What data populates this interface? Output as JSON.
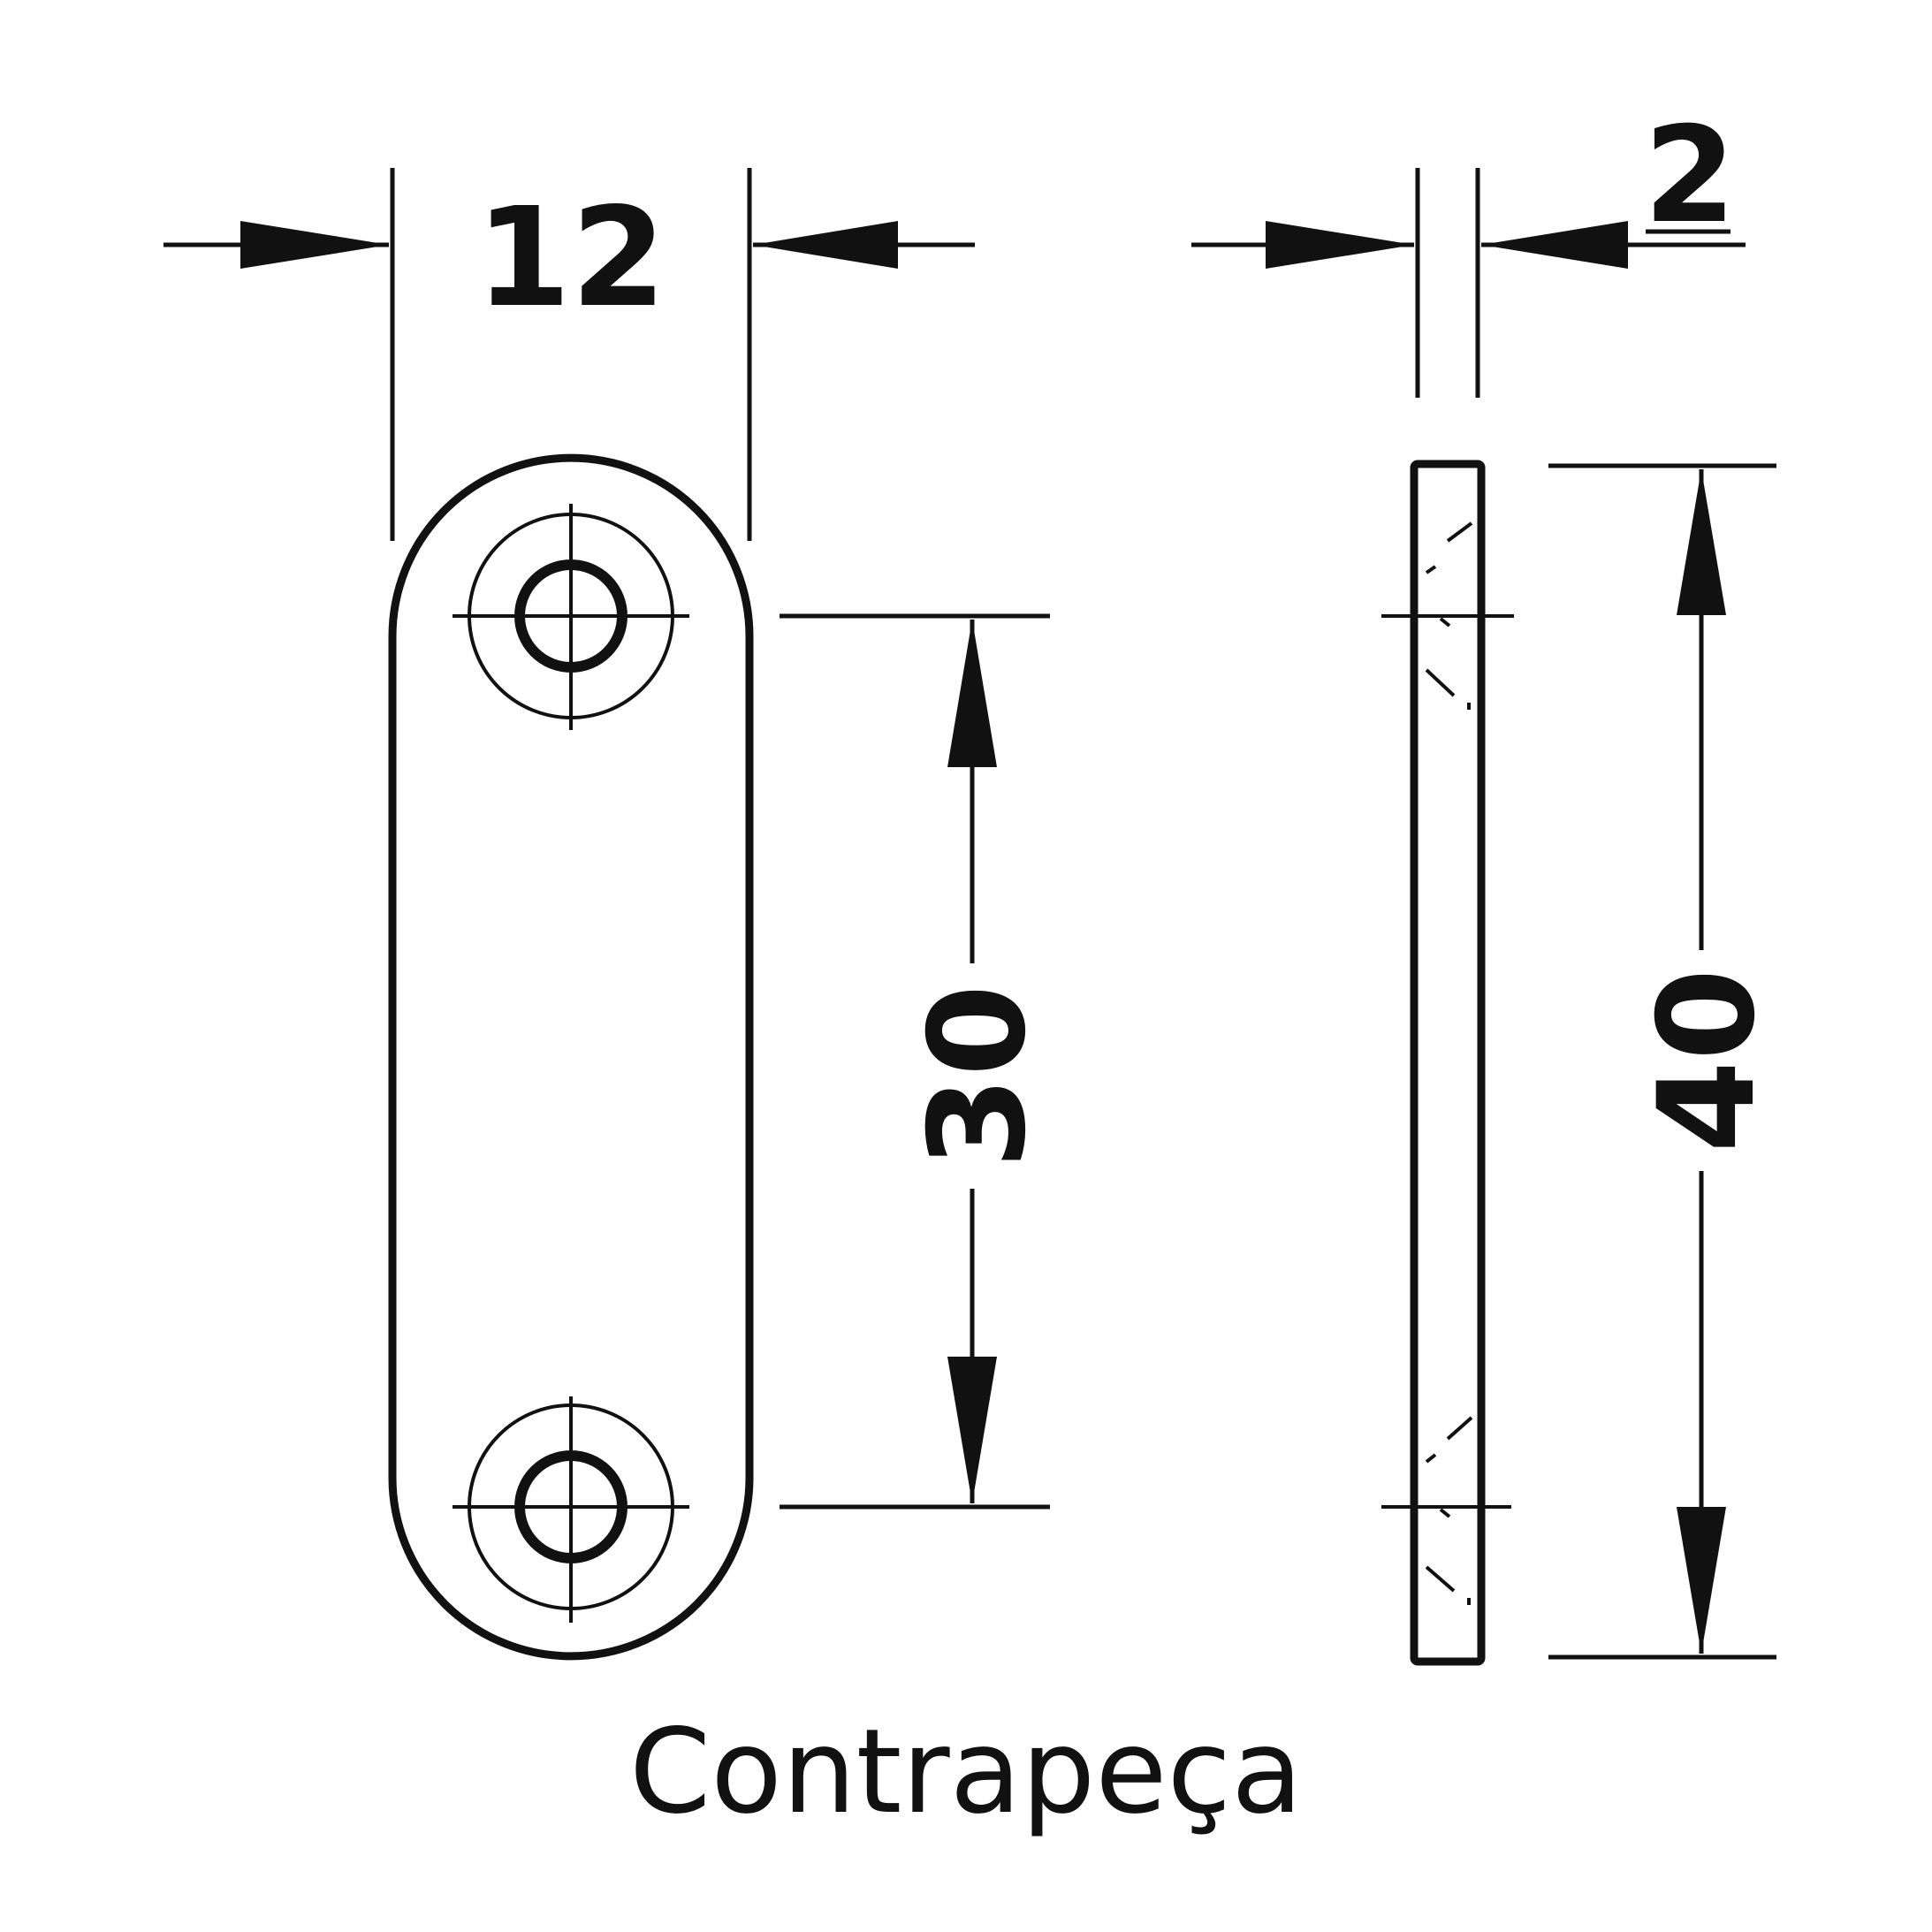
{
  "drawing": {
    "caption": "Contrapeça",
    "dimensions": {
      "width": "12",
      "thickness": "2",
      "hole_spacing": "30",
      "length": "40"
    }
  },
  "colors": {
    "ink": "#111111",
    "background": "#ffffff"
  }
}
